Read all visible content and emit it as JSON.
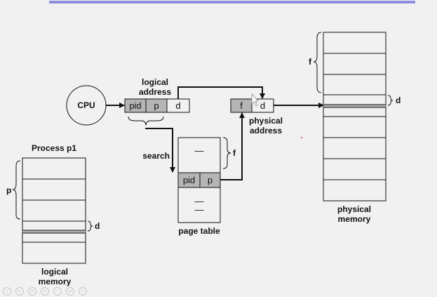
{
  "cpu": "CPU",
  "logical_address": {
    "title": "logical\naddress",
    "pid": "pid",
    "p": "p",
    "d": "d"
  },
  "physical_address": {
    "title": "physical\naddress",
    "f": "f",
    "d": "d"
  },
  "page_table": {
    "title": "page table",
    "pid": "pid",
    "p": "p",
    "entry_mark": "—",
    "f_brace": "f"
  },
  "search": "search",
  "process": {
    "title": "Process p1",
    "p_brace": "p",
    "d_brace": "d",
    "label": "logical\nmemory"
  },
  "physical_memory": {
    "label": "physical\nmemory",
    "f_brace": "f",
    "d_brace": "d"
  },
  "colors": {
    "accent_bar": "#8c8ce0",
    "cell_gray": "#b5b5b5",
    "line": "#111111",
    "background": "#f1f1f1"
  }
}
